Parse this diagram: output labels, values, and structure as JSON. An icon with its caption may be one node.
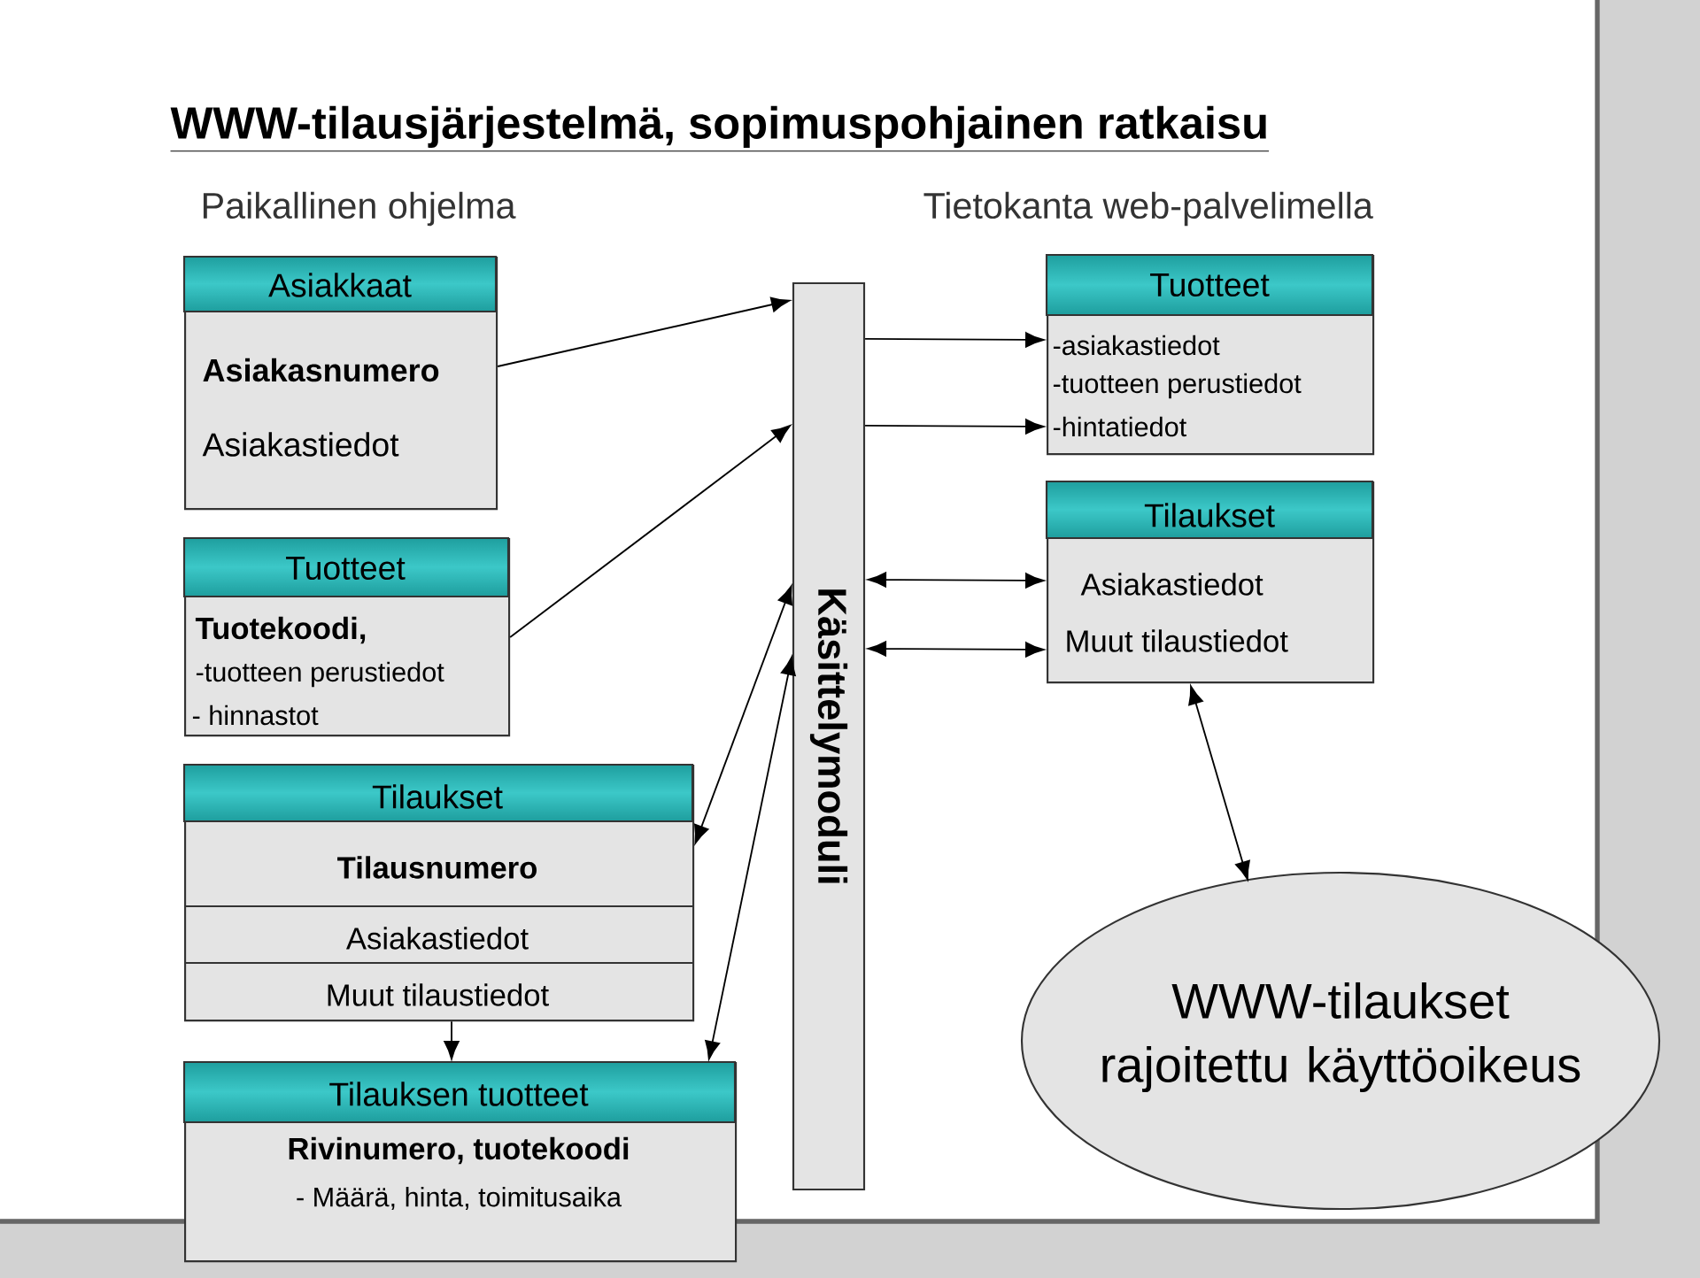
{
  "diagram": {
    "title": "WWW-tilausjärjestelmä, sopimuspohjainen ratkaisu",
    "nodes": [
      {
        "text": [
          "Asiakkaat",
          "Asiakasnumero",
          "Asiakastiedot"
        ]
      },
      {
        "text": [
          "Tuotteet",
          "Tuotekoodi,",
          "-tuotteen perustiedot",
          "- hinnastot"
        ]
      },
      {
        "text": [
          "Tilaukset",
          "Tilausnumero",
          "Asiakastiedot",
          "Muut tilaustiedot"
        ]
      },
      {
        "text": [
          "Tilauksen tuotteet",
          "Rivinumero, tuotekoodi",
          "- Määrä, hinta, toimitusaika"
        ]
      },
      {
        "text": [
          "Käsittelymoduli"
        ]
      },
      {
        "text": [
          "Tuotteet",
          "-asiakastiedot",
          "-tuotteen perustiedot",
          "-hintatiedot"
        ]
      },
      {
        "text": [
          "Tilaukset",
          "Asiakastiedot",
          "Muut tilaustiedot"
        ]
      },
      {
        "text": [
          "WWW-tilaukset rajoitettu käyttöoikeus"
        ]
      }
    ],
    "edges": [
      {
        "from": 0,
        "to": 4,
        "arrow": "to"
      },
      {
        "from": 1,
        "to": 4,
        "arrow": "to"
      },
      {
        "from": 4,
        "to": 2,
        "arrow": "both"
      },
      {
        "from": 4,
        "to": 3,
        "arrow": "both"
      },
      {
        "from": 2,
        "to": 3,
        "arrow": "to"
      },
      {
        "from": 4,
        "to": 5,
        "arrow": "to"
      },
      {
        "from": 4,
        "to": 5,
        "arrow": "to"
      },
      {
        "from": 4,
        "to": 6,
        "arrow": "both"
      },
      {
        "from": 4,
        "to": 6,
        "arrow": "both"
      },
      {
        "from": 6,
        "to": 7,
        "arrow": "both"
      }
    ],
    "labels": [
      "Paikallinen ohjelma",
      "Tietokanta web-palvelimella"
    ]
  }
}
